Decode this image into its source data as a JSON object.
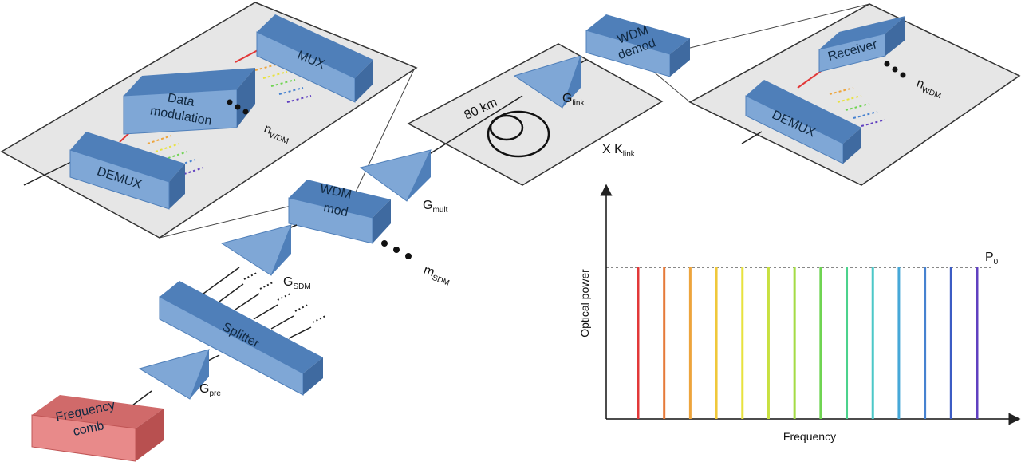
{
  "labels": {
    "frequency_comb_line1": "Frequency",
    "frequency_comb_line2": "comb",
    "splitter": "Splitter",
    "wdm_mod_line1": "WDM",
    "wdm_mod_line2": "mod",
    "wdm_demod_line1": "WDM",
    "wdm_demod_line2": "demod",
    "demux": "DEMUX",
    "data_modulation_line1": "Data",
    "data_modulation_line2": "modulation",
    "mux": "MUX",
    "receiver": "Receiver",
    "distance": "80 km",
    "repeat_prefix": "X"
  },
  "gains": {
    "pre": {
      "main": "G",
      "sub": "pre"
    },
    "sdm": {
      "main": "G",
      "sub": "SDM"
    },
    "mult": {
      "main": "G",
      "sub": "mult"
    },
    "link": {
      "main": "G",
      "sub": "link"
    }
  },
  "counts": {
    "n_wdm_left": {
      "main": "n",
      "sub": "WDM"
    },
    "n_wdm_right": {
      "main": "n",
      "sub": "WDM"
    },
    "m_sdm": {
      "main": "m",
      "sub": "SDM"
    },
    "k_link": {
      "main": "K",
      "sub": "link"
    }
  },
  "colors": {
    "box_face": "#7fa7d6",
    "box_dark": "#4f7fb9",
    "comb_face": "#e88a8a",
    "panel": "#e6e6e6"
  },
  "spectrum": {
    "ylabel": "Optical power",
    "xlabel": "Frequency",
    "level_label": {
      "main": "P",
      "sub": "0"
    },
    "line_count": 14,
    "line_colors": [
      "#e23838",
      "#e67a3a",
      "#eda43c",
      "#f0c83a",
      "#e8e23e",
      "#c8e040",
      "#a4dc46",
      "#6fd452",
      "#4cd28c",
      "#4cc8c8",
      "#46a8d8",
      "#4682d0",
      "#3c5cc4",
      "#6040c0"
    ]
  }
}
